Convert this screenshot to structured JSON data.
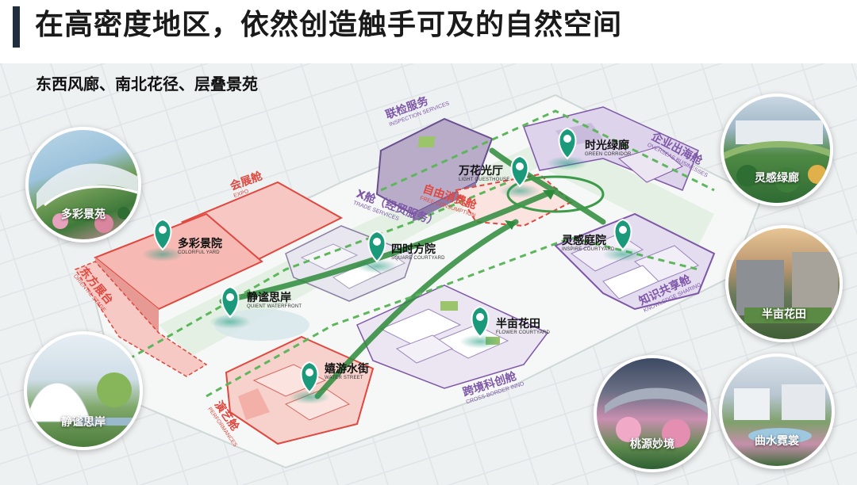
{
  "header": {
    "title": "在高密度地区，依然创造触手可及的自然空间",
    "subtitle": "东西风廊、南北花径、层叠景苑"
  },
  "zones": {
    "inspection": {
      "cn": "联检服务",
      "en": "INSPECTION SERVICES"
    },
    "overseas": {
      "cn": "企业出海舱",
      "en": "OVERSEAS BUSINESSES"
    },
    "expo": {
      "cn": "会展舱",
      "en": "EXPO"
    },
    "trade": {
      "cn": "X舱（经贸服务）",
      "en": "TRADE SERVICES"
    },
    "consumption": {
      "cn": "自由消费舱",
      "en": "FREE CONSUMPTION"
    },
    "oriental": {
      "cn": "东方展台",
      "en": "ORIENTAL STAGE"
    },
    "knowledge": {
      "cn": "知识共享舱",
      "en": "KNOWLEDGE SHARING"
    },
    "performances": {
      "cn": "演艺舱",
      "en": "PERFORMANCES"
    },
    "crossborder": {
      "cn": "跨境科创舱",
      "en": "CROSS-BORDER INNO"
    }
  },
  "pins": {
    "green_corridor": {
      "cn": "时光绿廊",
      "en": "GREEN CORRIDOR"
    },
    "guesthouse": {
      "cn": "万花光厅",
      "en": "LIGHT GUESTHOUSE"
    },
    "inspire": {
      "cn": "灵感庭院",
      "en": "INSPIRE COURTYARD"
    },
    "colorful": {
      "cn": "多彩景院",
      "en": "COLORFUL YARD"
    },
    "square": {
      "cn": "四时方院",
      "en": "SQUARE COURTYARD"
    },
    "waterfront": {
      "cn": "静谧思岸",
      "en": "QUIENT WATERFRONT"
    },
    "flower": {
      "cn": "半亩花田",
      "en": "FLOWER COURTYARD"
    },
    "water_street": {
      "cn": "嬉游水街",
      "en": "WATER STREET"
    }
  },
  "photos": {
    "colorful_garden": "多彩景苑",
    "inspire_corridor": "灵感绿廊",
    "half_acre": "半亩花田",
    "quiet_shore": "静谧思岸",
    "peach_blossom": "桃源妙境",
    "winding_water": "曲水霓裳"
  },
  "colors": {
    "green": "#2e8b3c",
    "red": "#e0483f",
    "purple": "#7e57a8",
    "pin": "#1a9a7a"
  }
}
